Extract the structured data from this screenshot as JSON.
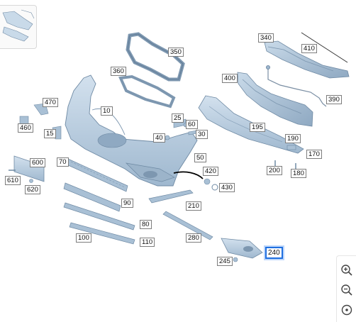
{
  "colors": {
    "part_fill": "#b9cde0",
    "part_stroke": "#6f8aa4",
    "part_shade": "#8ea9c3",
    "selected": "#1f6fe0"
  },
  "callouts": [
    {
      "id": "340",
      "label": "340"
    },
    {
      "id": "410",
      "label": "410"
    },
    {
      "id": "350",
      "label": "350"
    },
    {
      "id": "360",
      "label": "360"
    },
    {
      "id": "400",
      "label": "400"
    },
    {
      "id": "390",
      "label": "390"
    },
    {
      "id": "470",
      "label": "470"
    },
    {
      "id": "10",
      "label": "10"
    },
    {
      "id": "460",
      "label": "460"
    },
    {
      "id": "15",
      "label": "15"
    },
    {
      "id": "25",
      "label": "25"
    },
    {
      "id": "60",
      "label": "60"
    },
    {
      "id": "30",
      "label": "30"
    },
    {
      "id": "40",
      "label": "40"
    },
    {
      "id": "195",
      "label": "195"
    },
    {
      "id": "190",
      "label": "190"
    },
    {
      "id": "170",
      "label": "170"
    },
    {
      "id": "200",
      "label": "200"
    },
    {
      "id": "180",
      "label": "180"
    },
    {
      "id": "600",
      "label": "600"
    },
    {
      "id": "70",
      "label": "70"
    },
    {
      "id": "50",
      "label": "50"
    },
    {
      "id": "610",
      "label": "610"
    },
    {
      "id": "620",
      "label": "620"
    },
    {
      "id": "420",
      "label": "420"
    },
    {
      "id": "430",
      "label": "430"
    },
    {
      "id": "90",
      "label": "90"
    },
    {
      "id": "210",
      "label": "210"
    },
    {
      "id": "80",
      "label": "80"
    },
    {
      "id": "280",
      "label": "280"
    },
    {
      "id": "100",
      "label": "100"
    },
    {
      "id": "110",
      "label": "110"
    },
    {
      "id": "240",
      "label": "240",
      "selected": true
    },
    {
      "id": "245",
      "label": "245"
    }
  ],
  "zoom_controls": [
    {
      "name": "zoom-in-icon"
    },
    {
      "name": "zoom-out-icon"
    },
    {
      "name": "zoom-reset-icon"
    }
  ]
}
